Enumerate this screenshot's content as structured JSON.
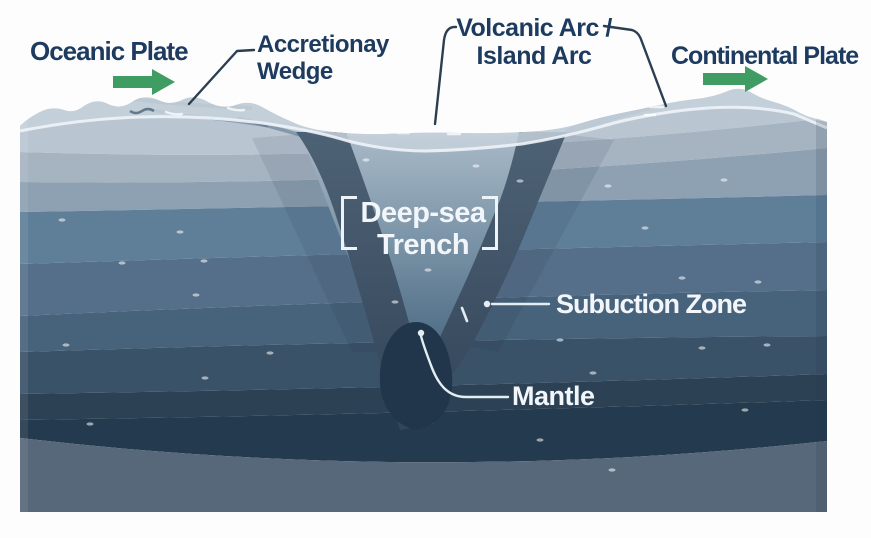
{
  "diagram": {
    "labels": {
      "oceanic_plate": "Oceanic Plate",
      "accretionary_wedge": "Accretionay Wedge",
      "volcanic_arc": "Volcanic Arc / Island Arc",
      "continental_plate": "Continental Plate",
      "deep_sea_trench": "Deep-sea Trench",
      "subduction_zone": "Subuction Zone",
      "mantle": "Mantle"
    },
    "arrows": [
      {
        "name": "oceanic-plate-arrow",
        "direction": "right"
      },
      {
        "name": "continental-plate-arrow",
        "direction": "right"
      }
    ],
    "colors": {
      "background": "#fdfdfd",
      "label_navy": "#1d3a5f",
      "label_white": "#f2f6fa",
      "arrow_green": "#3f9d63",
      "leader_dark": "#2b3e52",
      "leader_light": "#e4edf3",
      "mantle_blob": "#21364a",
      "slab_top": "#4e6276",
      "slab_bottom": "#334558",
      "trench_top": "#a9bac8",
      "trench_mid1": "#7f97aa",
      "trench_mid2": "#54728a",
      "trench_bottom": "#3d5870",
      "surface_cap": "#c5d1db",
      "surface_wave": "#eef3f8"
    },
    "layers": [
      {
        "name": "surface",
        "color": "#b9c6d2"
      },
      {
        "name": "stratum-2",
        "color": "#a6b4c2"
      },
      {
        "name": "stratum-3",
        "color": "#8da1b2"
      },
      {
        "name": "stratum-4",
        "color": "#5f7f99"
      },
      {
        "name": "stratum-5",
        "color": "#556f8a"
      },
      {
        "name": "stratum-6",
        "color": "#47627b"
      },
      {
        "name": "stratum-7",
        "color": "#3a5268"
      },
      {
        "name": "stratum-8",
        "color": "#2c4254"
      },
      {
        "name": "stratum-9",
        "color": "#243a4e"
      },
      {
        "name": "base-slate",
        "color": "#57687a"
      }
    ]
  }
}
